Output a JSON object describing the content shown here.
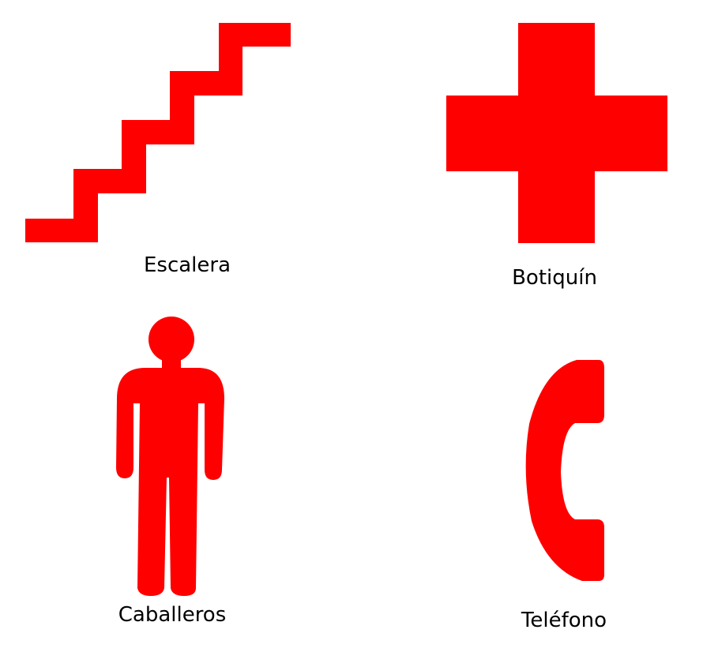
{
  "signs": [
    {
      "icon": "stairs-icon",
      "label": "Escalera"
    },
    {
      "icon": "first-aid-cross-icon",
      "label": "Botiquín"
    },
    {
      "icon": "man-icon",
      "label": "Caballeros"
    },
    {
      "icon": "telephone-handset-icon",
      "label": "Teléfono"
    }
  ],
  "colors": {
    "icon": "#ff0000",
    "text": "#000000",
    "background": "#ffffff"
  }
}
